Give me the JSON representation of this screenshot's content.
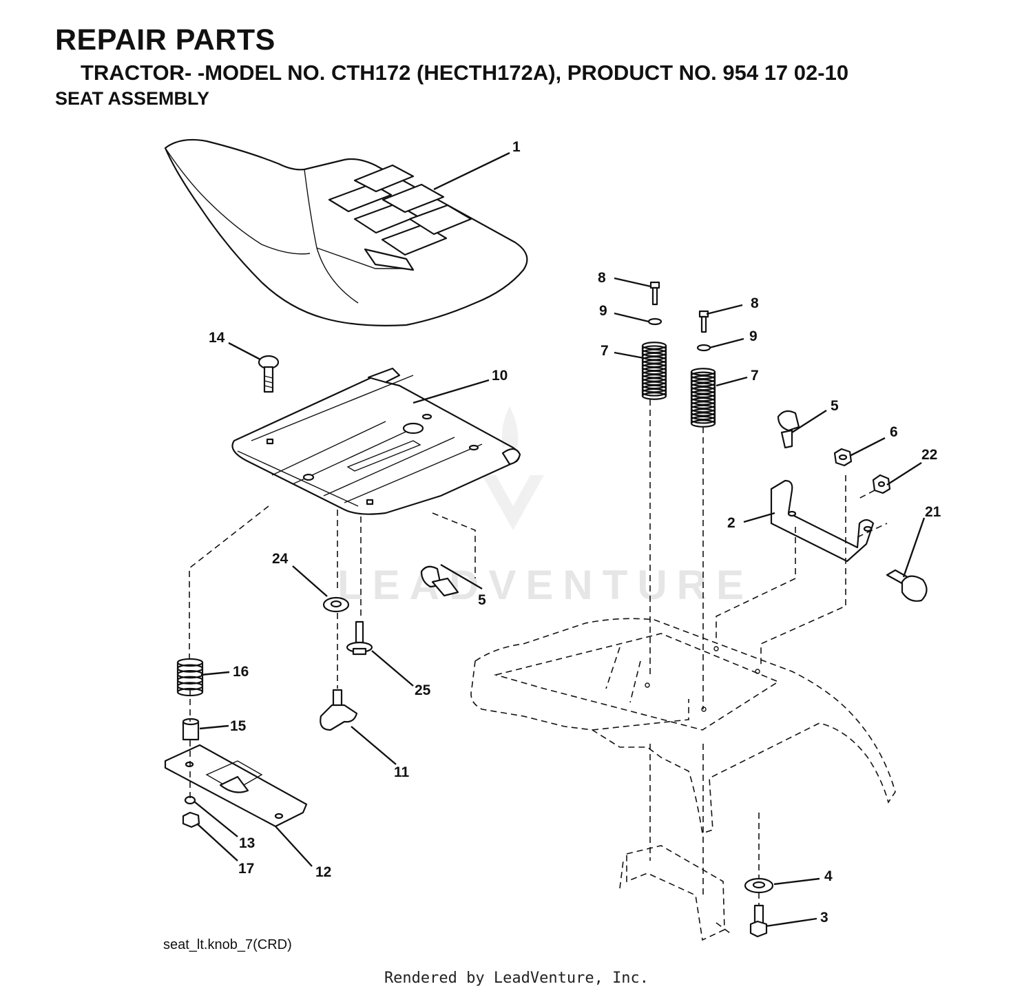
{
  "header": {
    "title": "REPAIR PARTS",
    "subtitle": "TRACTOR- -MODEL NO. CTH172 (HECTH172A), PRODUCT NO. 954 17 02-10",
    "section": "SEAT ASSEMBLY"
  },
  "diagram": {
    "reference": "seat_lt.knob_7(CRD)",
    "watermark": "LEADVENTURE",
    "callouts": [
      {
        "id": "c1",
        "label": "1"
      },
      {
        "id": "c8a",
        "label": "8"
      },
      {
        "id": "c8b",
        "label": "8"
      },
      {
        "id": "c9a",
        "label": "9"
      },
      {
        "id": "c9b",
        "label": "9"
      },
      {
        "id": "c7a",
        "label": "7"
      },
      {
        "id": "c7b",
        "label": "7"
      },
      {
        "id": "c14",
        "label": "14"
      },
      {
        "id": "c10",
        "label": "10"
      },
      {
        "id": "c5a",
        "label": "5"
      },
      {
        "id": "c5b",
        "label": "5"
      },
      {
        "id": "c6",
        "label": "6"
      },
      {
        "id": "c22",
        "label": "22"
      },
      {
        "id": "c21",
        "label": "21"
      },
      {
        "id": "c2",
        "label": "2"
      },
      {
        "id": "c24",
        "label": "24"
      },
      {
        "id": "c16",
        "label": "16"
      },
      {
        "id": "c15",
        "label": "15"
      },
      {
        "id": "c25",
        "label": "25"
      },
      {
        "id": "c11",
        "label": "11"
      },
      {
        "id": "c13",
        "label": "13"
      },
      {
        "id": "c12",
        "label": "12"
      },
      {
        "id": "c17",
        "label": "17"
      },
      {
        "id": "c4",
        "label": "4"
      },
      {
        "id": "c3",
        "label": "3"
      }
    ]
  },
  "footer": {
    "text": "Rendered by LeadVenture, Inc."
  }
}
